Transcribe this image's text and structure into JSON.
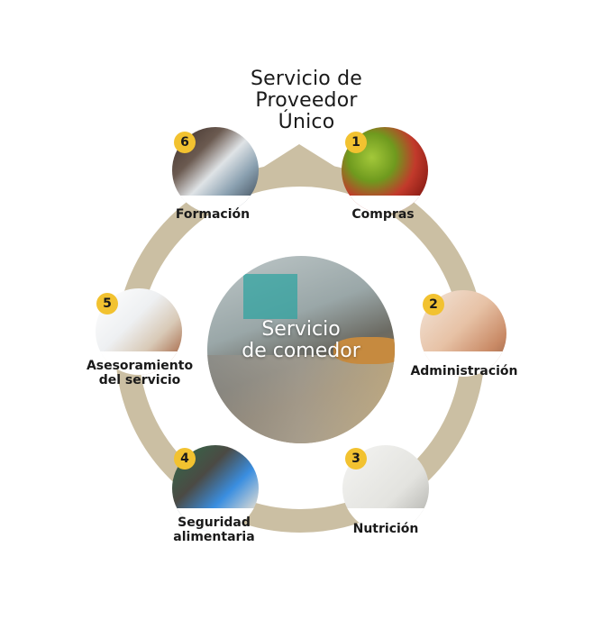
{
  "title": "Servicio de\nProveedor\nÚnico",
  "center": {
    "label": "Servicio\nde comedor"
  },
  "colors": {
    "ring": "#cbbfa3",
    "badge": "#f2c230",
    "text": "#1a1a1a"
  },
  "steps": [
    {
      "number": "1",
      "label": "Compras",
      "image": "apples-photo"
    },
    {
      "number": "2",
      "label": "Administración",
      "image": "writing-hands-photo"
    },
    {
      "number": "3",
      "label": "Nutrición",
      "image": "nutritionist-writing-photo"
    },
    {
      "number": "4",
      "label": "Seguridad\nalimentaria",
      "image": "gloved-hand-clipboard-photo"
    },
    {
      "number": "5",
      "label": "Asesoramiento\ndel servicio",
      "image": "chef-clipboard-photo"
    },
    {
      "number": "6",
      "label": "Formación",
      "image": "training-session-photo"
    }
  ]
}
